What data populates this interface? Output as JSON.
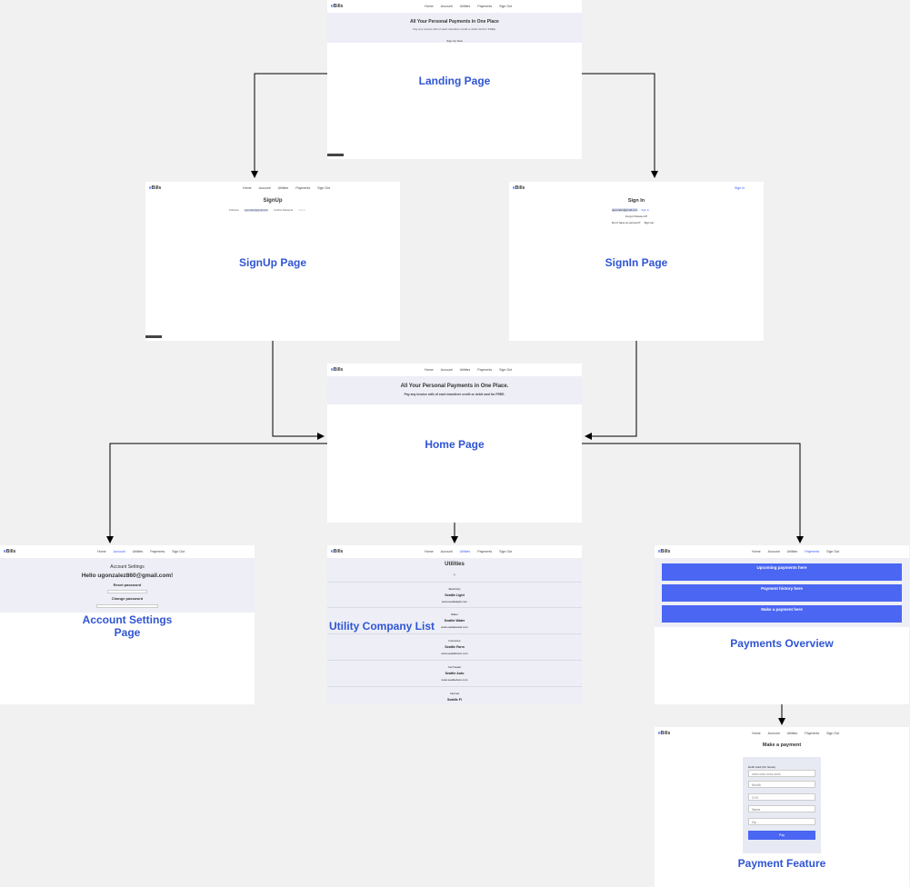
{
  "nav": {
    "logo_e": "e",
    "logo_rest": "Bills",
    "links": [
      "Home",
      "Account",
      "Utilities",
      "Payments",
      "Sign Out"
    ],
    "signin_link": "Sign In"
  },
  "landing": {
    "caption": "Landing Page",
    "headline": "All Your Personal Payments in One Place",
    "subline": "Pay any invoice with of each transferer credit or debit card for FREE.",
    "cta": "Sign Up Now"
  },
  "signup": {
    "caption": "SignUp Page",
    "title": "SignUp",
    "fields": [
      "Fullname",
      "ugonzalez@gmail.com",
      "Confirm Password",
      "Submit"
    ]
  },
  "signin": {
    "caption": "SignIn Page",
    "title": "Sign In",
    "email": "ugonzalez@gmail.com",
    "login": "Sign In",
    "forgot": "Forgot Password?",
    "no_account": "Don't have an account?",
    "signup_link": "Sign Up"
  },
  "home": {
    "caption": "Home Page",
    "headline": "All Your Personal Payments in One Place.",
    "subline": "Pay any invoice with of each transferer credit or debit card for FREE."
  },
  "account": {
    "caption_line1": "Account Settings",
    "caption_line2": "Page",
    "title": "Account Settings",
    "hello": "Hello ugonzalez860@gmail.com!",
    "reset": "Reset password",
    "change": "Change password"
  },
  "utilities": {
    "caption": "Utility Company List",
    "title": "Utilities",
    "plus": "+",
    "rows": [
      {
        "category": "Electricity",
        "name": "Seattle Light",
        "site": "www.seattlelight.com"
      },
      {
        "category": "Water",
        "name": "Seattle Water",
        "site": "www.seattlewater.com"
      },
      {
        "category": "Insurance",
        "name": "Seattle Farm",
        "site": "www.seattleFarm.com"
      },
      {
        "category": "Car Dealer",
        "name": "Seattle Auto",
        "site": "www.seattleAuto.com"
      },
      {
        "category": "Internet",
        "name": "Seattle Fi",
        "site": ""
      }
    ]
  },
  "payments": {
    "caption": "Payments Overview",
    "buttons": [
      "Upcoming payments here",
      "Payment history here",
      "Make a payment here"
    ]
  },
  "payment_feature": {
    "caption": "Payment Feature",
    "title": "Make a payment",
    "card_label": "Debit Card (On Name)",
    "card_placeholder": "xxxx-xxxx-xxxx-xxxx",
    "month": "Month",
    "cvv": "CVV",
    "name": "Name",
    "zip": "Zip",
    "pay": "Pay"
  },
  "colors": {
    "accent": "#3b5bfd",
    "caption": "#2f55d4",
    "band": "#edeef6",
    "button": "#4a66f2",
    "canvas": "#f1f1f1"
  }
}
